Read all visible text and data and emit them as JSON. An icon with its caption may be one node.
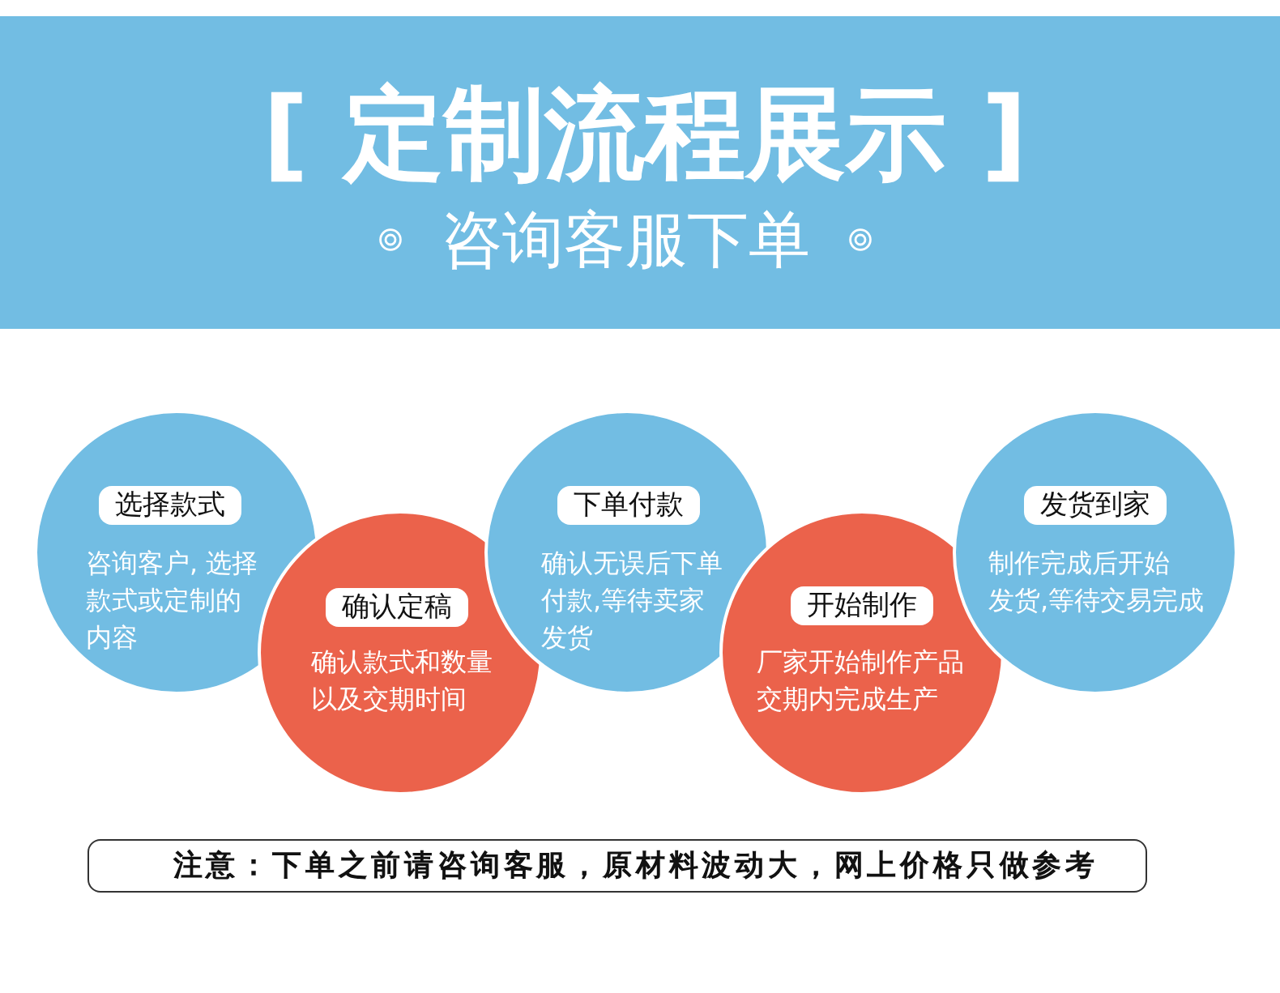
{
  "diagram": {
    "title": "[ 定制流程展示 ]",
    "nodes": [
      {
        "text": [
          "选择款式",
          "咨询客户, 选择款式或定制的内容"
        ]
      },
      {
        "text": [
          "确认定稿",
          "确认款式和数量以及交期时间"
        ]
      },
      {
        "text": [
          "下单付款",
          "确认无误后下单付款,等待卖家发货"
        ]
      },
      {
        "text": [
          "开始制作",
          "厂家开始制作产品交期内完成生产"
        ]
      },
      {
        "text": [
          "发货到家",
          "制作完成后开始发货,等待交易完成"
        ]
      },
      {
        "text": [
          "注意：下单之前请咨询客服，原材料波动大，网上价格只做参考"
        ]
      }
    ],
    "labels": [
      "咨询客服下单"
    ]
  }
}
